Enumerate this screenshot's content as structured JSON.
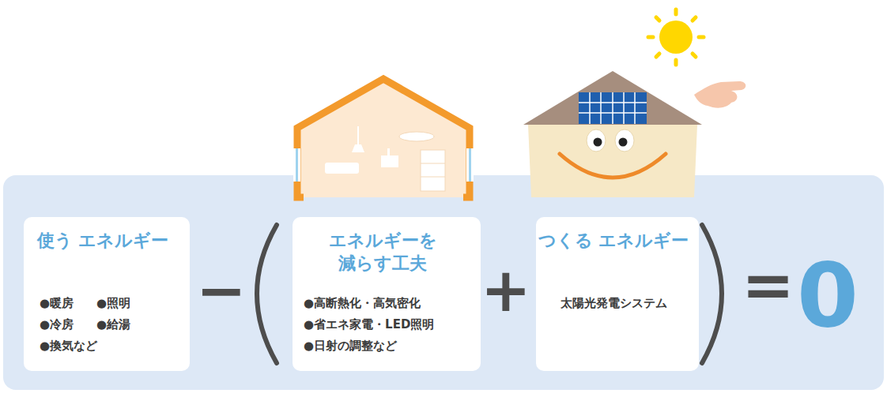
{
  "diagram": {
    "nodes": [
      {
        "text": [
          "使う エネルギー",
          "●暖房",
          "●照明",
          "●冷房",
          "●給湯",
          "●換気など"
        ]
      },
      {
        "text": [
          "エネルギーを 減らす工夫",
          "●高断熱化・高気密化",
          "●省エネ家電・LED照明",
          "●日射の調整など"
        ]
      },
      {
        "text": [
          "つくる エネルギー",
          "太陽光発電システム"
        ]
      }
    ],
    "labels": [
      "−",
      "+",
      "=",
      "0"
    ]
  }
}
